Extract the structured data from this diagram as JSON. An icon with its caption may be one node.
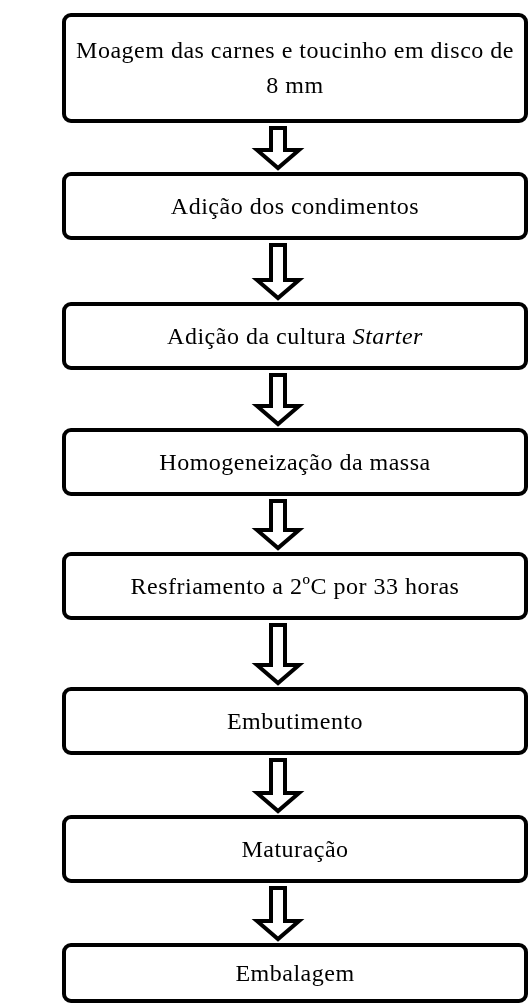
{
  "diagram": {
    "nodes": [
      {
        "text": [
          "Moagem das carnes e toucinho em disco de 8 mm"
        ]
      },
      {
        "text": [
          "Adição dos condimentos"
        ]
      },
      {
        "text": [
          "Adição da cultura *Starter*"
        ]
      },
      {
        "text": [
          "Homogeneização da massa"
        ]
      },
      {
        "text": [
          "Resfriamento a 2ºC por 33 horas"
        ]
      },
      {
        "text": [
          "Embutimento"
        ]
      },
      {
        "text": [
          "Maturação"
        ]
      },
      {
        "text": [
          "Embalagem"
        ]
      }
    ],
    "edges": [
      {
        "from": 0,
        "to": 1,
        "arrow": "to"
      },
      {
        "from": 1,
        "to": 2,
        "arrow": "to"
      },
      {
        "from": 2,
        "to": 3,
        "arrow": "to"
      },
      {
        "from": 3,
        "to": 4,
        "arrow": "to"
      },
      {
        "from": 4,
        "to": 5,
        "arrow": "to"
      },
      {
        "from": 5,
        "to": 6,
        "arrow": "to"
      },
      {
        "from": 6,
        "to": 7,
        "arrow": "to"
      }
    ]
  }
}
